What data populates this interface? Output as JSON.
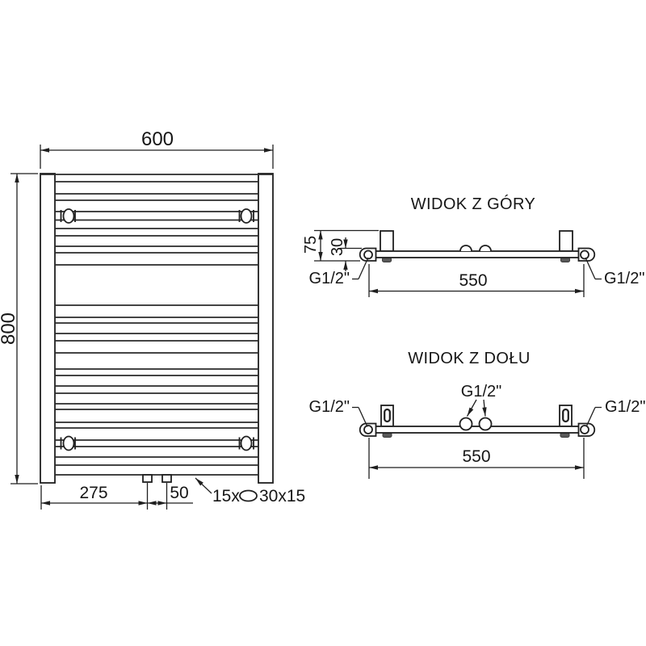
{
  "drawing": {
    "front_view": {
      "width_label": "600",
      "height_label": "800",
      "offset_label": "275",
      "spacing_label": "50",
      "tube_note_count": "15x",
      "tube_note_size": "30x15"
    },
    "top_view": {
      "title": "WIDOK Z GÓRY",
      "depth_label": "75",
      "tube_depth_label": "30",
      "span_label": "550",
      "fitting_left": "G1/2\"",
      "fitting_right": "G1/2\""
    },
    "bottom_view": {
      "title": "WIDOK Z DOŁU",
      "span_label": "550",
      "fitting_left": "G1/2\"",
      "fitting_center": "G1/2\"",
      "fitting_right": "G1/2\""
    },
    "colors": {
      "line": "#1f1f1f",
      "background": "#ffffff"
    }
  }
}
